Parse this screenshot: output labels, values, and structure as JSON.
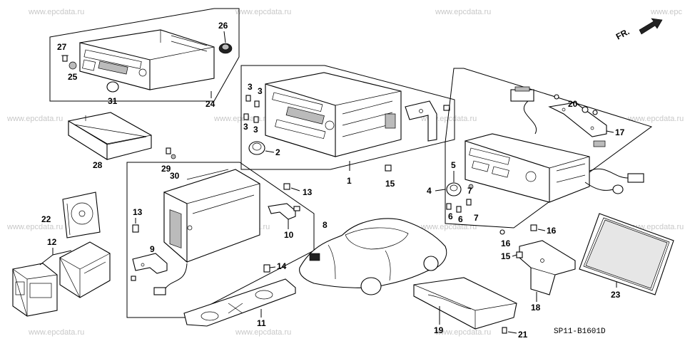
{
  "watermarks": [
    "www.epcdata.ru",
    "www.epcdata.ru",
    "www.epcdata.ru",
    "www.epcdata.ru",
    "www.epcdata.ru",
    "www.epcdata.ru",
    "www.epcdata.ru",
    "www.epcdata.ru",
    "www.epcdata.ru",
    "www.epcdata.ru",
    "www.epcdata.ru",
    "www.epcdata.ru",
    "www.epcdata.ru",
    "www.epcdata.ru",
    "www.epcdata.ru",
    "www.epc"
  ],
  "direction_label": "FR.",
  "diagram_code": "SP11-B1601D",
  "callouts": {
    "c1": "1",
    "c2": "2",
    "c3a": "3",
    "c3b": "3",
    "c3c": "3",
    "c3d": "3",
    "c4": "4",
    "c5": "5",
    "c6a": "6",
    "c6b": "6",
    "c7a": "7",
    "c7b": "7",
    "c8": "8",
    "c9": "9",
    "c10": "10",
    "c11": "11",
    "c12": "12",
    "c13a": "13",
    "c13b": "13",
    "c14": "14",
    "c15a": "15",
    "c15b": "15",
    "c16a": "16",
    "c16b": "16",
    "c17": "17",
    "c18": "18",
    "c19": "19",
    "c20": "20",
    "c21": "21",
    "c22": "22",
    "c23": "23",
    "c24": "24",
    "c25": "25",
    "c26": "26",
    "c27": "27",
    "c28": "28",
    "c29": "29",
    "c30": "30",
    "c31": "31"
  }
}
